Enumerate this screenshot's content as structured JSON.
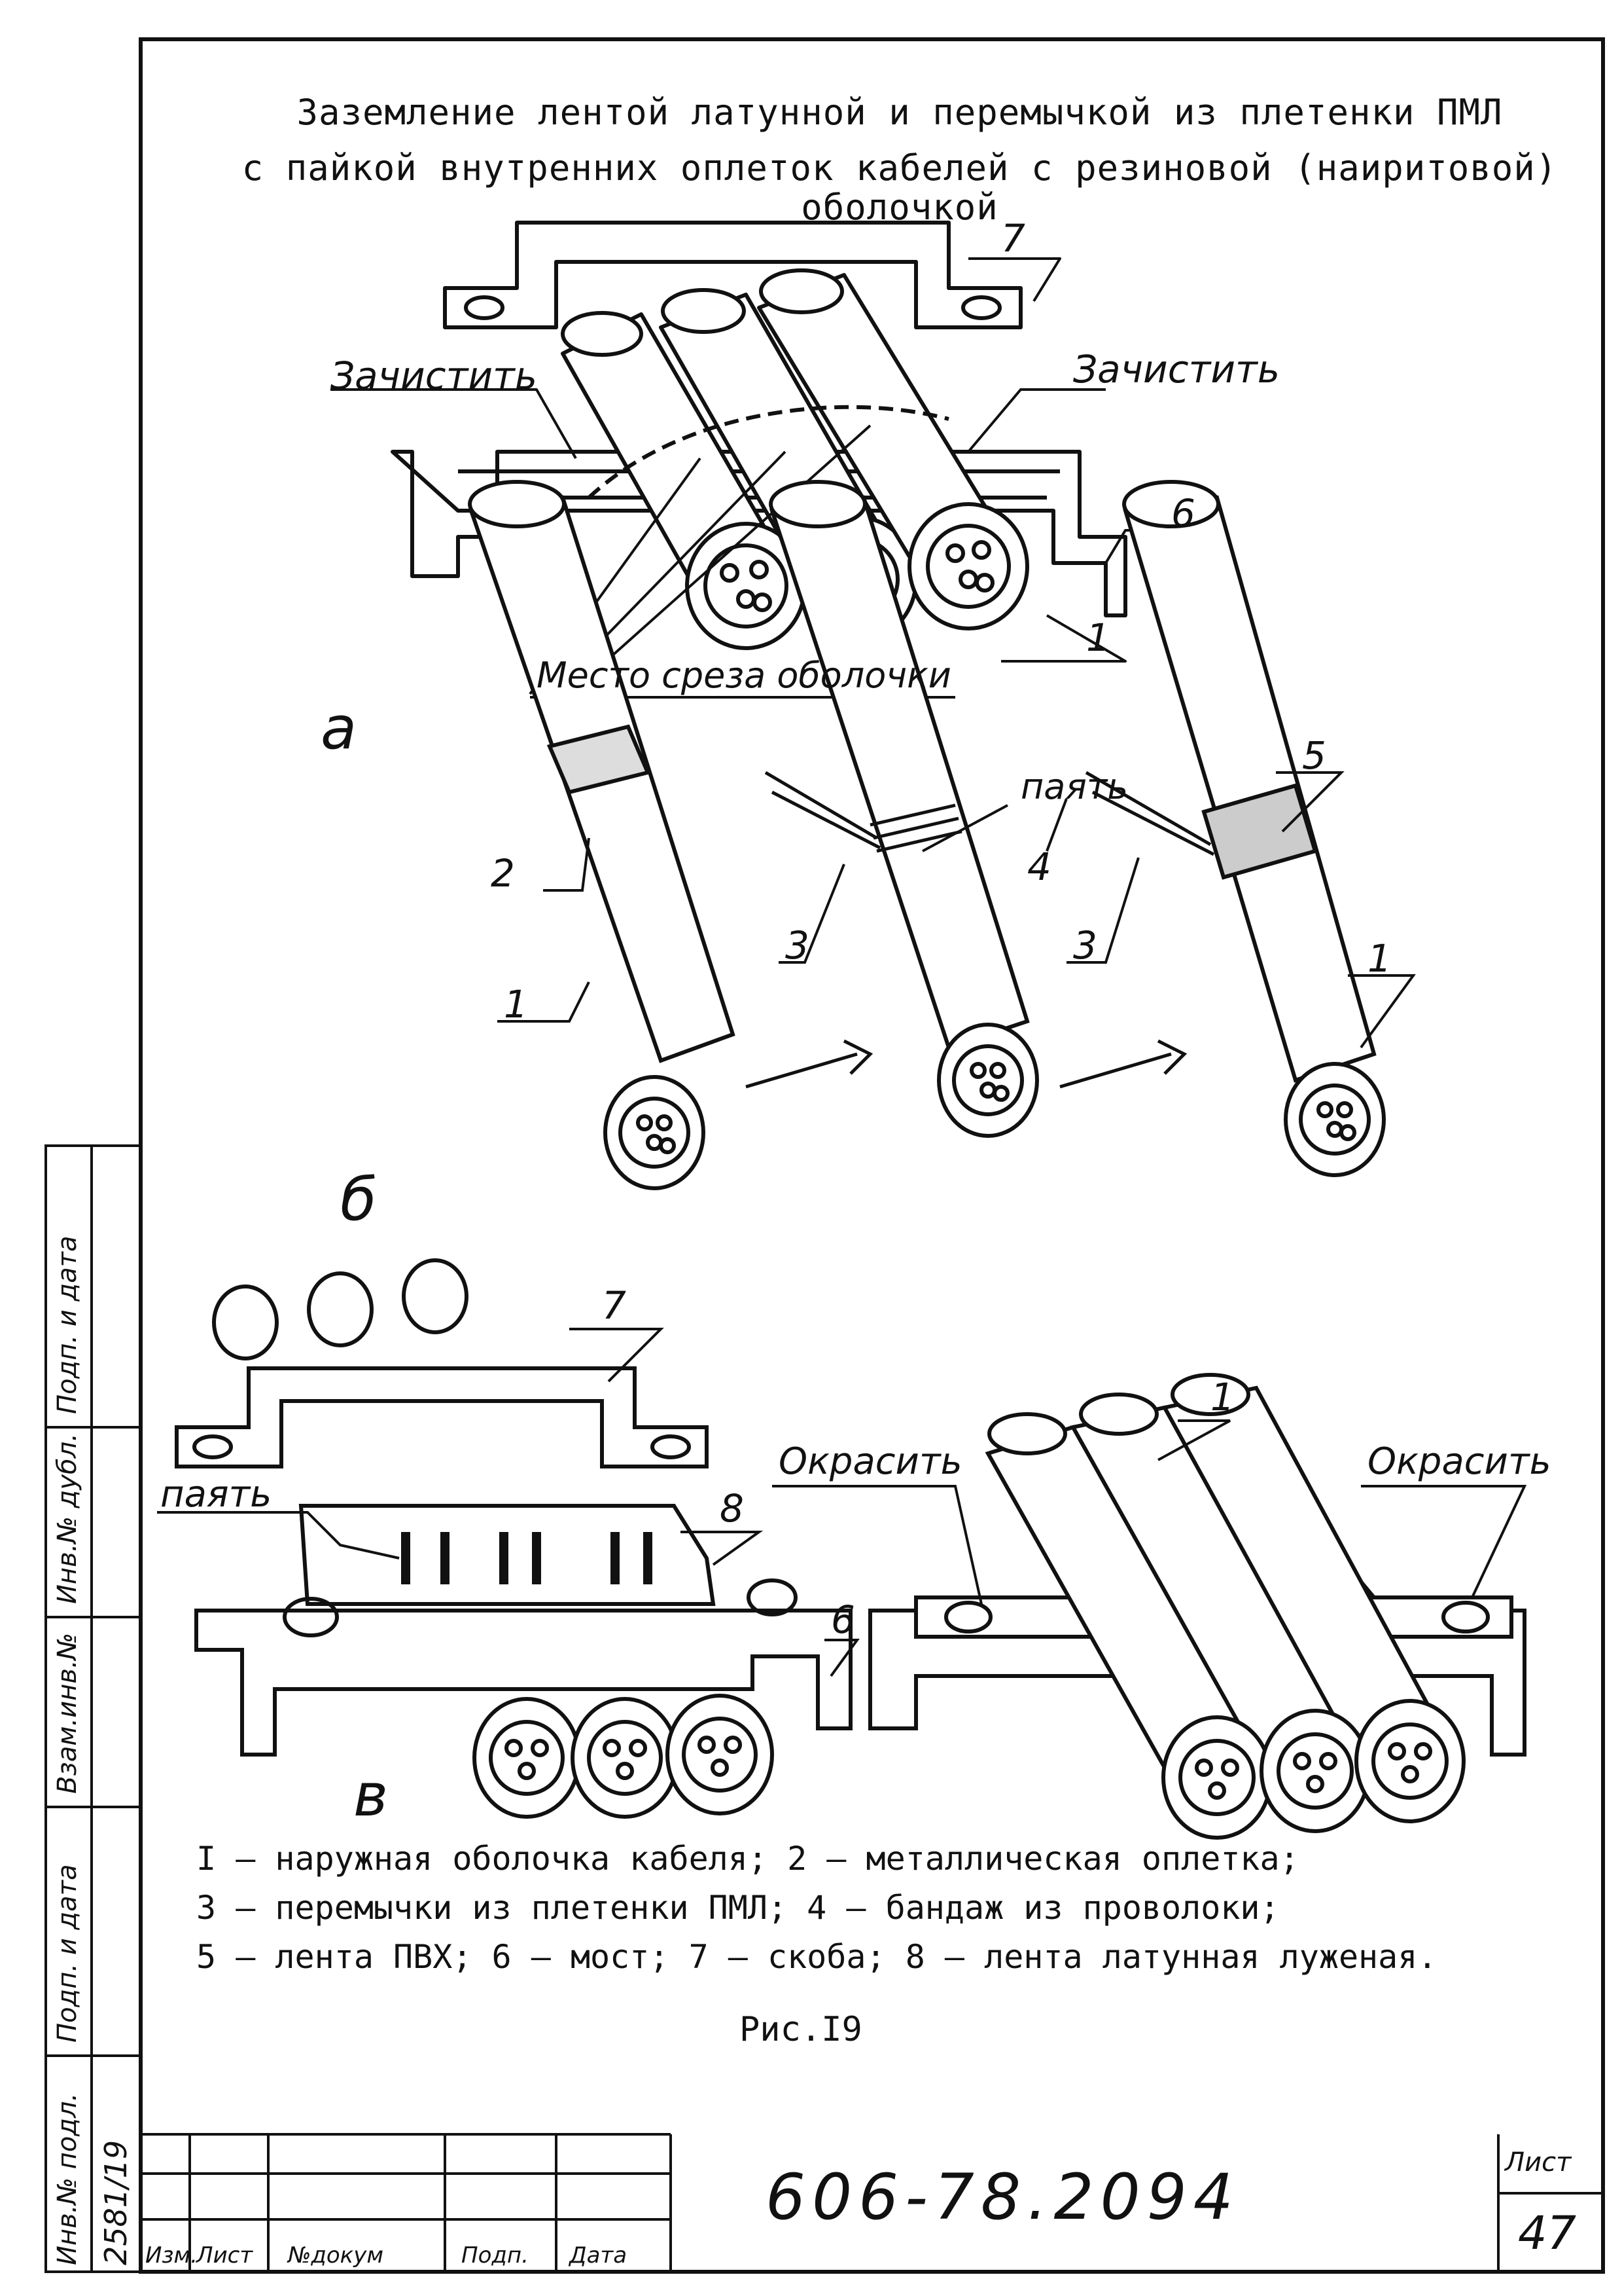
{
  "header": {
    "line1": "Заземление лентой латунной и перемычкой из плетенки ПМЛ",
    "line2": "с пайкой внутренних оплеток кабелей с резиновой (наиритовой)",
    "line3": "оболочкой"
  },
  "views": {
    "a": "а",
    "b": "б",
    "v": "в"
  },
  "labels": {
    "clean_left": "Зачистить",
    "clean_right": "Зачистить",
    "cut_place": "Место среза оболочки",
    "solder_b": "паять",
    "solder_v": "паять",
    "paint_left": "Окрасить",
    "paint_right": "Окрасить"
  },
  "numbers": {
    "n1": "1",
    "n2": "2",
    "n3": "3",
    "n4": "4",
    "n5": "5",
    "n6": "6",
    "n7": "7",
    "n8": "8"
  },
  "legend": [
    "I – наружная оболочка кабеля; 2 – металлическая оплетка;",
    "3 – перемычки из плетенки ПМЛ; 4 – бандаж из проволоки;",
    "5 – лента ПВХ; 6 – мост; 7 – скоба; 8 – лента латунная луженая."
  ],
  "figure_caption": "Рис.I9",
  "side_stamp": [
    "Инв.№ подл.",
    "Подп. и дата",
    "Взам.инв.№",
    "Инв.№ дубл.",
    "Подп. и дата"
  ],
  "side_number": "2581/19",
  "title_block": {
    "col_izm": "Изм.",
    "col_list": "Лист",
    "col_doc": "№докум",
    "col_sign": "Подп.",
    "col_date": "Дата",
    "doc_code": "606-78.2094",
    "sheet_label": "Лист",
    "sheet_no": "47"
  }
}
